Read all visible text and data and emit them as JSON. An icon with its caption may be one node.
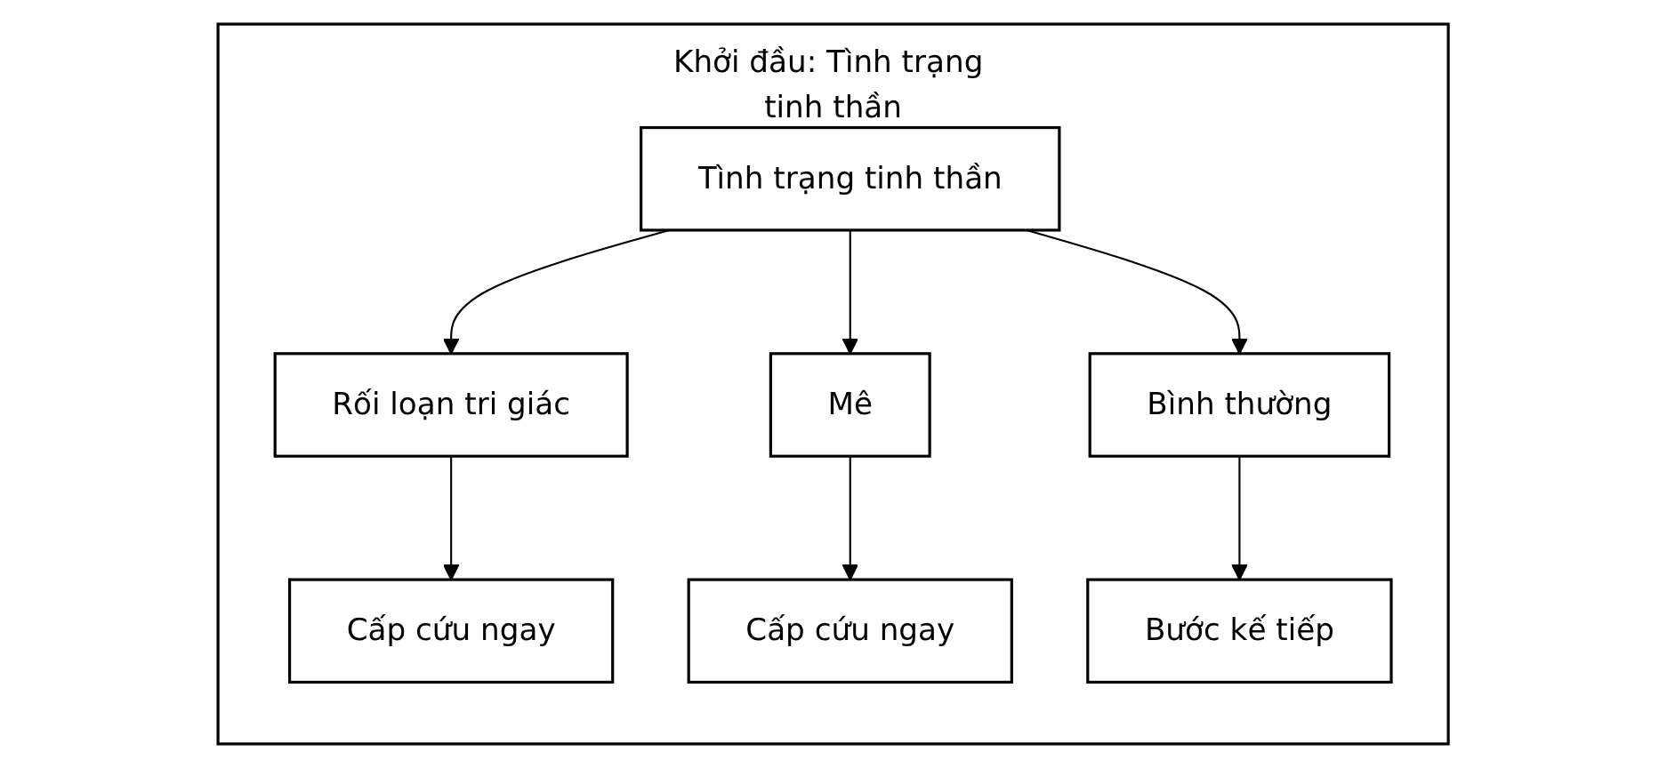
{
  "diagram": {
    "nodes": [
      {
        "text": [
          "Khởi đầu: Tình trạng tinh thần"
        ]
      },
      {
        "text": [
          "Tình trạng tinh thần"
        ],
        "in": 0
      },
      {
        "text": [
          "Rối loạn tri giác"
        ],
        "in": 0
      },
      {
        "text": [
          "Mê"
        ],
        "in": 0
      },
      {
        "text": [
          "Bình thường"
        ],
        "in": 0
      },
      {
        "text": [
          "Cấp cứu ngay"
        ],
        "in": 0
      },
      {
        "text": [
          "Cấp cứu ngay"
        ],
        "in": 0
      },
      {
        "text": [
          "Bước kế tiếp"
        ],
        "in": 0
      }
    ],
    "edges": [
      {
        "from": 1,
        "to": 2,
        "arrow": "to"
      },
      {
        "from": 1,
        "to": 3,
        "arrow": "to"
      },
      {
        "from": 1,
        "to": 4,
        "arrow": "to"
      },
      {
        "from": 2,
        "to": 5,
        "arrow": "to"
      },
      {
        "from": 3,
        "to": 6,
        "arrow": "to"
      },
      {
        "from": 4,
        "to": 7,
        "arrow": "to"
      }
    ]
  }
}
